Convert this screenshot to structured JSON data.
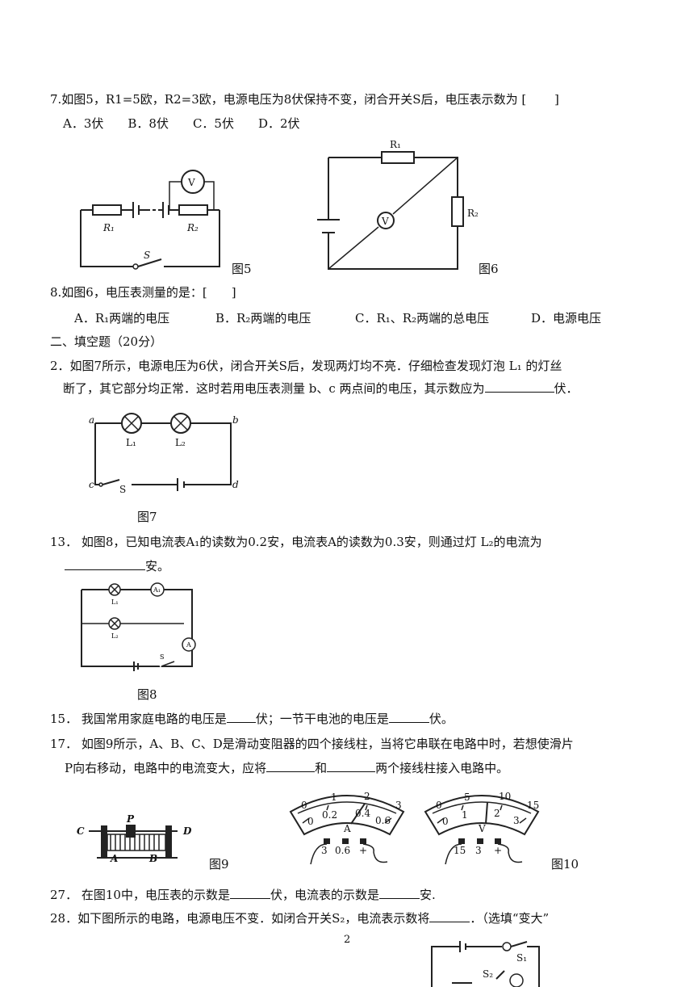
{
  "q7": {
    "stem": "7.如图5，R1=5欧，R2=3欧，电源电压为8伏保持不变，闭合开关S后，电压表示数为 [　　 ]",
    "options": "A．3伏　　B．8伏　　C．5伏　　D．2伏"
  },
  "fig5": {
    "caption": "图5",
    "r1": "R₁",
    "r2": "R₂",
    "s": "S",
    "v": "V"
  },
  "fig6": {
    "caption": "图6",
    "r1": "R₁",
    "r2": "R₂",
    "v": "V"
  },
  "q8": {
    "stem": "8.如图6，电压表测量的是：[　　]",
    "opt_a": "A．R₁两端的电压",
    "opt_b": "B．R₂两端的电压",
    "opt_c": "C．R₁、R₂两端的总电压",
    "opt_d": "D．电源电压"
  },
  "section2": "二、填空题（20分）",
  "q2": {
    "line1": "2．如图7所示，电源电压为6伏，闭合开关S后，发现两灯均不亮．仔细检查发现灯泡 L₁ 的灯丝",
    "line2_pre": "断了，其它部分均正常．这时若用电压表测量 b、c 两点间的电压，其示数应为",
    "line2_post": "伏．"
  },
  "fig7": {
    "caption": "图7",
    "a": "a",
    "b": "b",
    "c": "c",
    "d": "d",
    "l1": "L₁",
    "l2": "L₂",
    "s": "S"
  },
  "q13": {
    "line1": "13． 如图8，已知电流表A₁的读数为0.2安，电流表A的读数为0.3安，则通过灯 L₂的电流为",
    "line2_post": "安。"
  },
  "fig8": {
    "caption": "图8",
    "l1": "L₁",
    "l2": "L₂",
    "a1": "A₁",
    "a": "A",
    "s": "S"
  },
  "q15": {
    "pre": "15． 我国常用家庭电路的电压是",
    "mid": "伏；一节干电池的电压是",
    "post": "伏。"
  },
  "q17": {
    "line1": "17． 如图9所示，A、B、C、D是滑动变阻器的四个接线柱，当将它串联在电路中时，若想使滑片",
    "line2_pre": "P向右移动，电路中的电流变大，应将",
    "line2_mid": "和",
    "line2_post": "两个接线柱接入电路中。"
  },
  "fig9": {
    "caption": "图9",
    "a": "A",
    "b": "B",
    "c": "C",
    "d": "D",
    "p": "P"
  },
  "fig10": {
    "caption": "图10",
    "ammeter": {
      "scale_top": [
        "0",
        "1",
        "2",
        "3"
      ],
      "scale_bottom": [
        "0",
        "0.2",
        "0.4",
        "0.6"
      ],
      "unit": "A",
      "terminals": [
        "3",
        "0.6",
        "+"
      ]
    },
    "voltmeter": {
      "scale_top": [
        "0",
        "5",
        "10",
        "15"
      ],
      "scale_bottom": [
        "0",
        "1",
        "2",
        "3"
      ],
      "unit": "V",
      "terminals": [
        "15",
        "3",
        "+"
      ]
    }
  },
  "q27": {
    "pre": "27． 在图10中，电压表的示数是",
    "mid": "伏，电流表的示数是",
    "post": "安."
  },
  "q28": {
    "line1": "28．如下图所示的电路，电源电压不变．如闭合开关S₂，电流表示数将",
    "post": "．（选填“变大”"
  },
  "fig11": {
    "s1": "S₁",
    "s2": "S₂"
  },
  "page_number": "2"
}
